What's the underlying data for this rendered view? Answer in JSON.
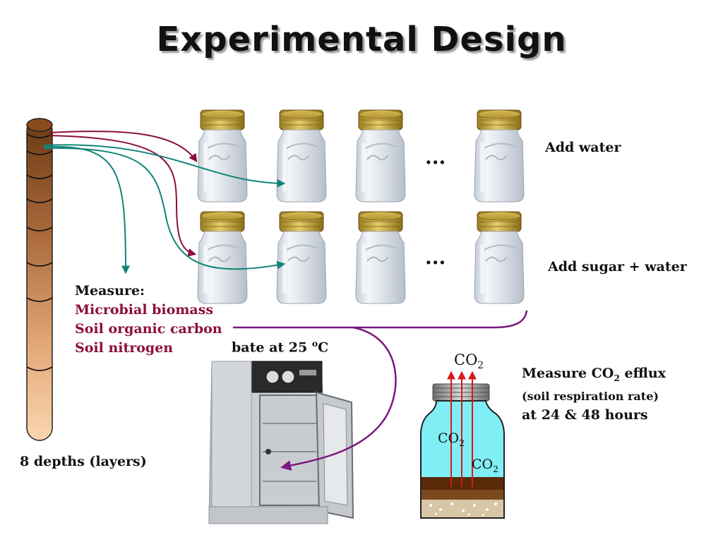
{
  "title": "Experimental Design",
  "labels": {
    "add_water": "Add water",
    "add_sugar_water": "Add sugar + water",
    "ellipsis_top": "...",
    "ellipsis_bottom": "...",
    "depths": "8 depths (layers)",
    "measure_heading": "Measure:",
    "measure_items": [
      "Microbial biomass",
      "Soil organic carbon",
      "Soil nitrogen"
    ],
    "incubate_prefix": "bate at 25 ",
    "incubate_sup": "o",
    "incubate_suffix": "C",
    "co2_main": "CO",
    "co2_sub": "2",
    "efflux_prefix": "Measure CO",
    "efflux_sub": "2",
    "efflux_suffix": " efflux",
    "efflux_note": "(soil respiration rate)",
    "efflux_times": "at 24 & 48 hours"
  },
  "colors": {
    "magenta_arrow": "#8c1038",
    "teal_arrow": "#12857a",
    "purple_arrow": "#7a1780",
    "red_arrow": "#d81818",
    "jar_liquid": "#80eef5",
    "soil_dark": "#5a2a08",
    "soil_light": "#d8c7a6"
  }
}
